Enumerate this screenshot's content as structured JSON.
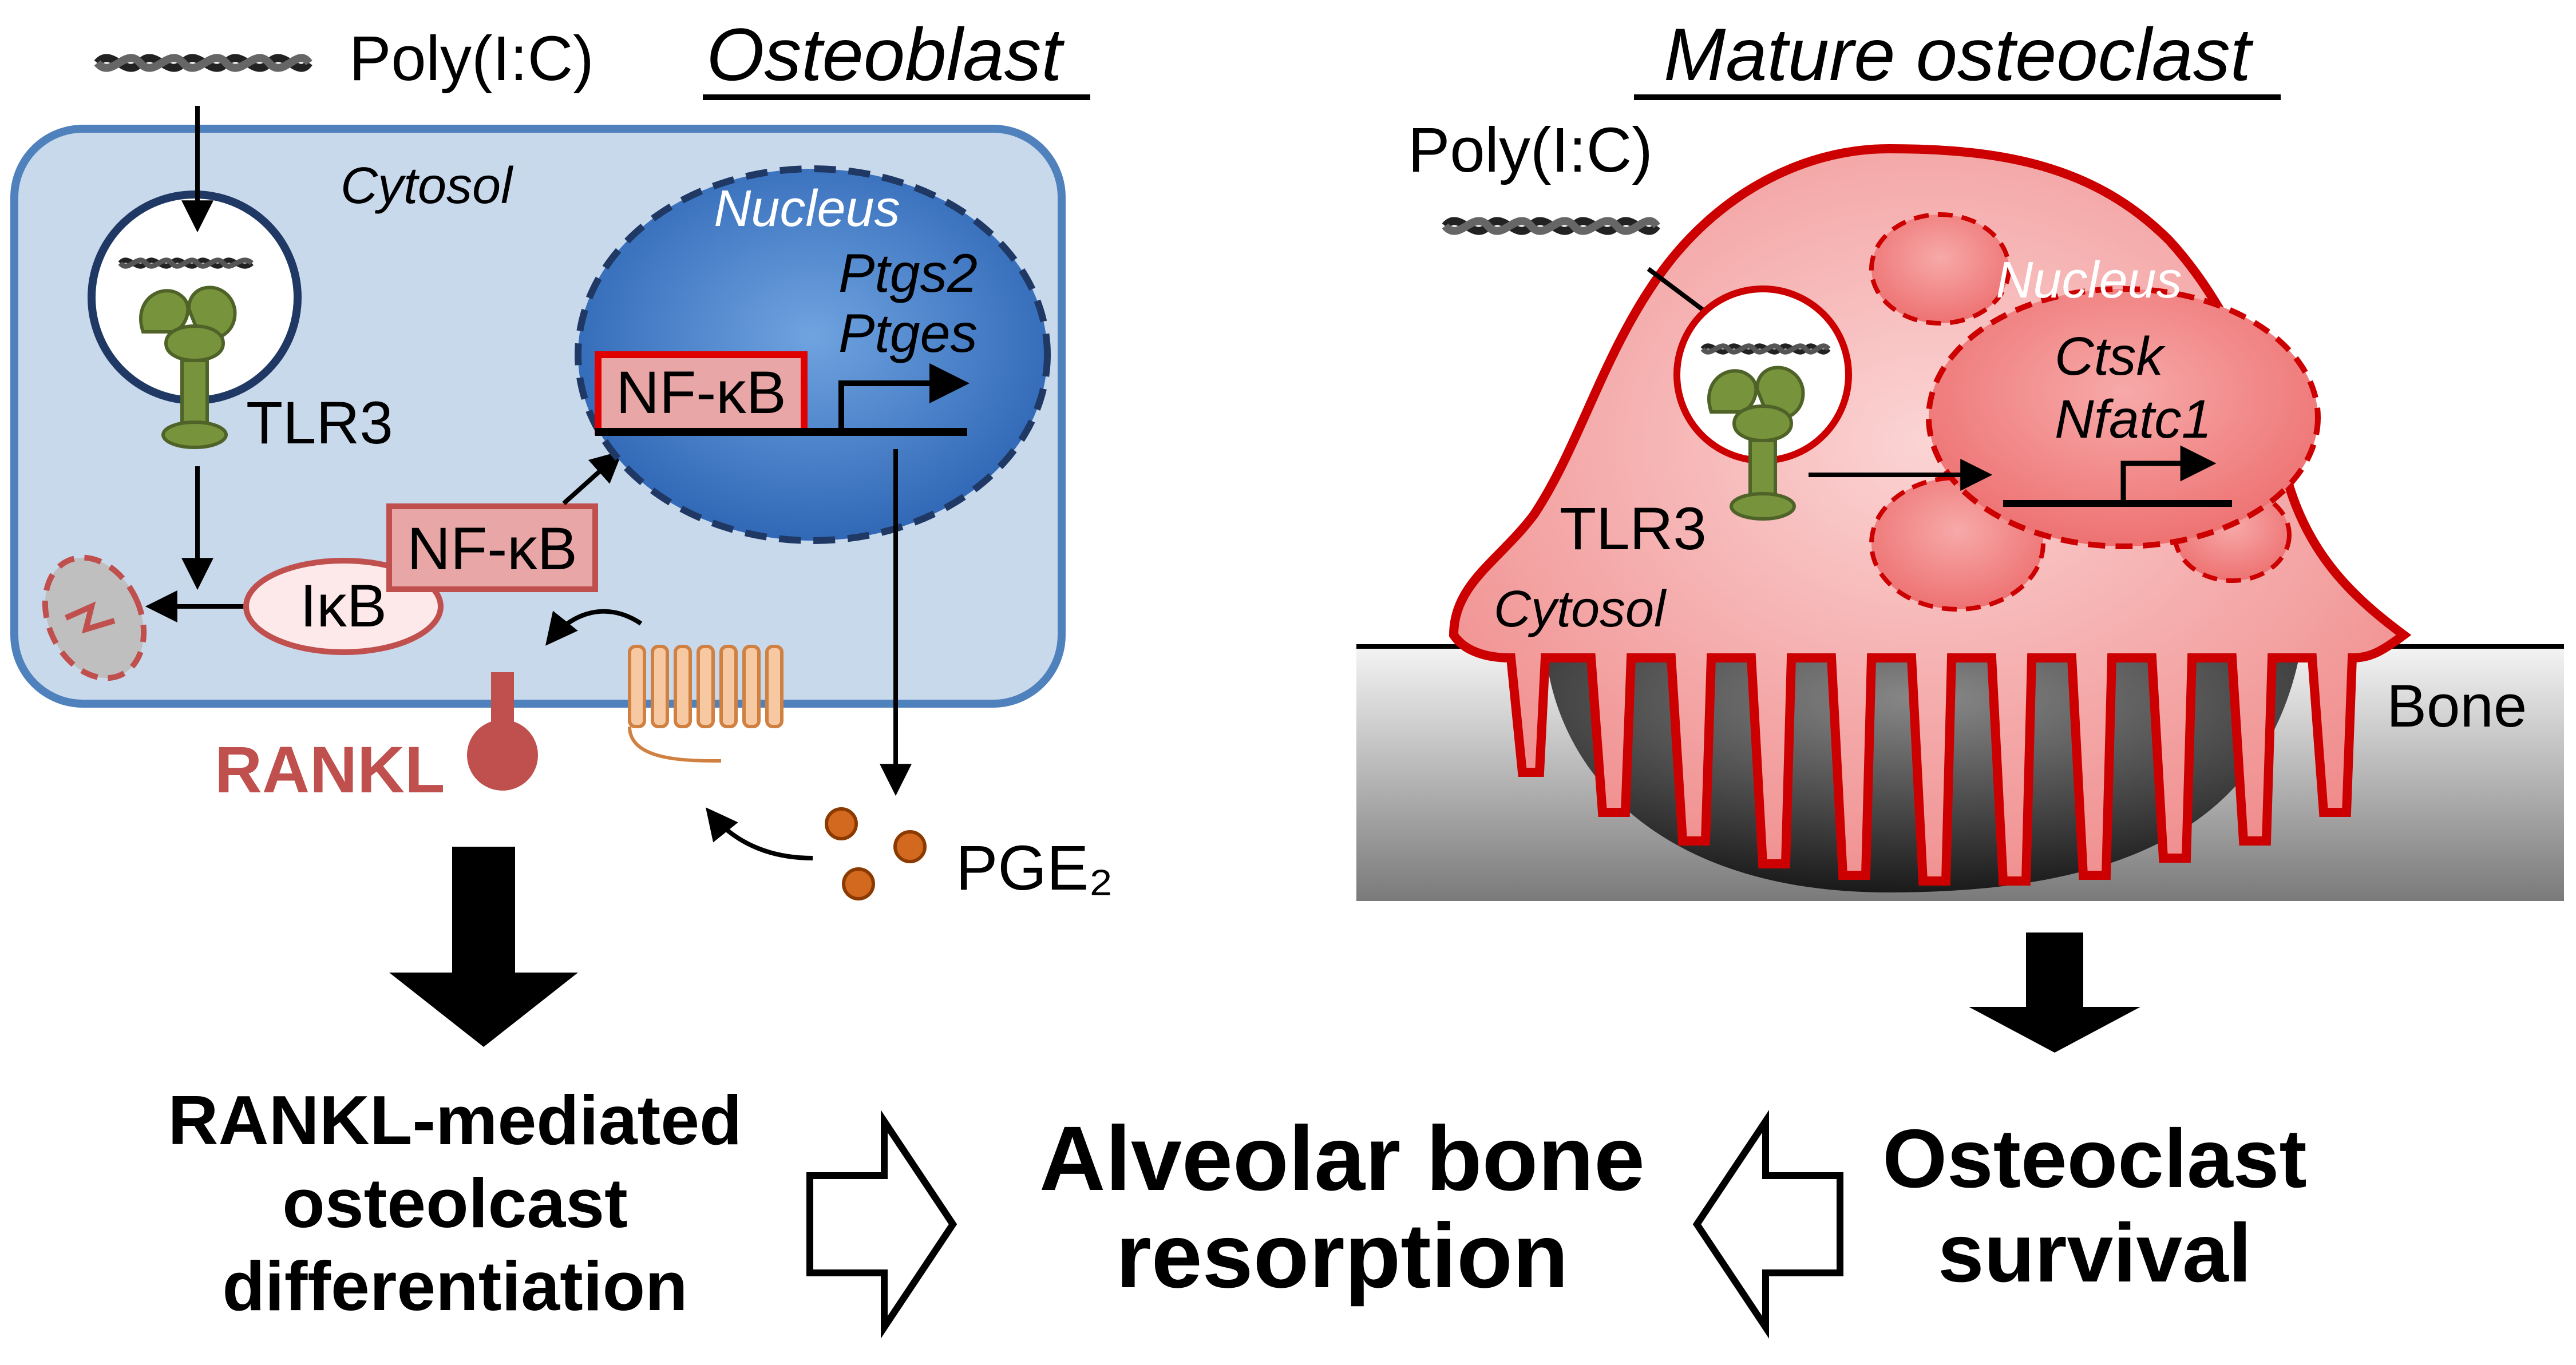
{
  "osteoblast": {
    "title": "Osteoblast",
    "ligand": "Poly(I:C)",
    "cytosol": "Cytosol",
    "nucleus": "Nucleus",
    "receptor": "TLR3",
    "nfkb_nuclear": "NF-κB",
    "nfkb_cyto": "NF-κB",
    "ikb": "IκB",
    "gene1": "Ptgs2",
    "gene2": "Ptges",
    "rankl": "RANKL",
    "pge2": "PGE₂"
  },
  "osteoclast": {
    "title": "Mature osteoclast",
    "ligand": "Poly(I:C)",
    "nucleus": "Nucleus",
    "gene1": "Ctsk",
    "gene2": "Nfatc1",
    "receptor": "TLR3",
    "cytosol": "Cytosol",
    "bone": "Bone"
  },
  "outcomes": {
    "left_line1": "RANKL-mediated",
    "left_line2": "osteolcast",
    "left_line3": "differentiation",
    "center_line1": "Alveolar bone",
    "center_line2": "resorption",
    "right_line1": "Osteoclast",
    "right_line2": "survival"
  },
  "colors": {
    "osteoblast_cell": "#c9d9ec",
    "osteoblast_border": "#4f81bd",
    "nucleus_blue": "#2f6fc0",
    "osteoclast_fill": "#f39c9c",
    "osteoclast_border": "#cc0000",
    "nfkb_box": "#e8a6a6",
    "rankl": "#c0504d",
    "pge2": "#d2691e",
    "tlr3": "#77933c",
    "gpcr": "#f0b080"
  }
}
